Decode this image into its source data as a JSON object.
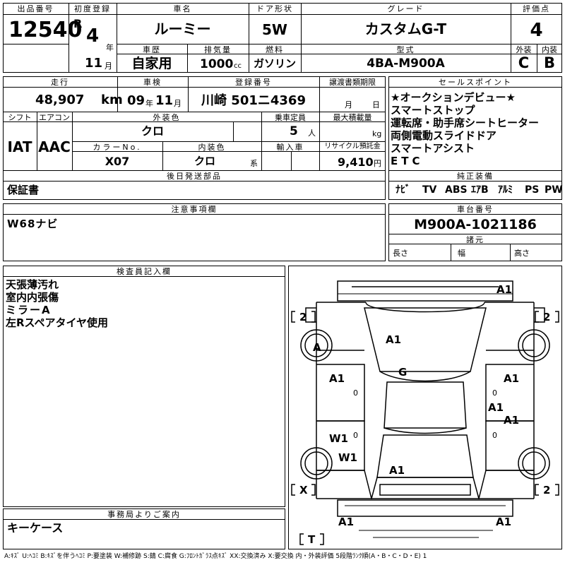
{
  "header": {
    "lot_label": "出品番号",
    "lot_no": "12540",
    "first_reg_label": "初度登録",
    "era": "R",
    "year": "4",
    "year_unit": "年",
    "month": "11",
    "month_unit": "月",
    "car_name_label": "車名",
    "car_name": "ルーミー",
    "door_label": "ドア形状",
    "door": "5W",
    "grade_label": "グレード",
    "grade": "カスタムG-T",
    "score_label": "評価点",
    "score": "4",
    "history_label": "車歴",
    "history": "自家用",
    "displacement_label": "排気量",
    "displacement": "1000",
    "displacement_unit": "cc",
    "fuel_label": "燃料",
    "fuel": "ガソリン",
    "model_label": "型式",
    "model": "4BA-M900A",
    "exterior_label": "外装",
    "exterior": "C",
    "interior_label": "内装",
    "interior": "B"
  },
  "spec": {
    "mileage_label": "走行",
    "mileage": "48,907",
    "mileage_unit": "km",
    "inspection_label": "車検",
    "insp_year": "09",
    "insp_year_unit": "年",
    "insp_month": "11",
    "insp_month_unit": "月",
    "plate_label": "登録番号",
    "plate": "川崎 501ニ4369",
    "transfer_label": "譲渡書類期限",
    "transfer_month": "月",
    "transfer_day": "日",
    "shift_label": "シフト",
    "shift": "IAT",
    "ac_label": "エアコン",
    "ac": "AAC",
    "ext_color_label": "外装色",
    "ext_color": "クロ",
    "capacity_label": "乗車定員",
    "capacity": "5",
    "capacity_unit": "人",
    "load_label": "最大積載量",
    "load_unit": "kg",
    "color_no_label": "カラーNo.",
    "color_no": "X07",
    "int_color_label": "内装色",
    "int_color": "クロ",
    "int_color_unit": "系",
    "import_label": "輸入車",
    "recycle_label": "リサイクル預託金",
    "recycle": "9,410",
    "recycle_unit": "円",
    "later_label": "後日発送部品",
    "later": "保証書"
  },
  "sales": {
    "label": "セールスポイント",
    "items": [
      "★オークションデビュー★",
      "スマートストップ",
      "運転席・助手席シートヒーター",
      "両側電動スライドドア",
      "スマートアシスト",
      "ETC"
    ]
  },
  "equipment": {
    "label": "純正装備",
    "items": [
      "ﾅﾋﾞ",
      "TV",
      "ABS",
      "ｴｱB",
      "ｱﾙﾐ",
      "PS",
      "PW"
    ]
  },
  "caution": {
    "label": "注意事項欄",
    "text": "W68ナビ"
  },
  "chassis": {
    "label": "車台番号",
    "number": "M900A-1021186",
    "dims_label": "諸元",
    "length": "長さ",
    "width": "幅",
    "height": "高さ"
  },
  "inspector": {
    "label": "検査員記入欄",
    "lines": [
      "天張薄汚れ",
      "室内内張傷",
      "ミラーA",
      "左Rスペアタイヤ使用"
    ]
  },
  "office": {
    "label": "事務局よりご案内",
    "text": "キーケース"
  },
  "diagram": {
    "marks": {
      "top_right": "A1",
      "front_left_tire": "A",
      "hood": "A1",
      "roof": "G",
      "left_door_front": "A1",
      "right_door_front": "A1",
      "right_middle": "A1",
      "right_door_rear": "A1",
      "left_w1_a": "W1",
      "left_w1_b": "W1",
      "rear": "A1",
      "bottom_left": "A1",
      "bottom_right": "A1",
      "bracket_fl": "2",
      "bracket_fr": "2",
      "bracket_rr": "2",
      "bracket_rl": "X",
      "bracket_t": "T",
      "small_l1": "0",
      "small_l2": "0",
      "small_r1": "0",
      "small_r2": "0"
    }
  },
  "footer": {
    "legend": "A:ｷｽﾞ U:ﾍｺﾐ B:ｷｽﾞを伴うﾍｺﾐ P:要塗装 W:補修跡 S:錆 C:腐食 G:ﾌﾛﾝﾄｶﾞﾗｽ点ｷｽﾞ XX:交換済み X:要交換 内・外装評価 5段階ﾗﾝｸ順(A・B・C・D・E) 1"
  }
}
